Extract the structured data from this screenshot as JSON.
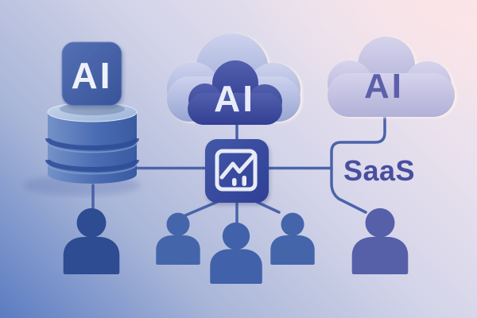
{
  "title": "AI cloud SaaS data-to-users concept illustration",
  "background": {
    "corner_bottom_left": "#5b7cc2",
    "corner_top_left": "#c9cdea",
    "corner_top_right": "#f9e7ec",
    "corner_bottom_right": "#dcd8ec"
  },
  "nodes": {
    "ai_chip": {
      "label": "AI",
      "label_color": "#eef1fa",
      "body_color": "#3f5da6",
      "icon": "ai-chip-icon"
    },
    "database": {
      "icon": "database-icon",
      "body_color": "#4a6cb2"
    },
    "cloud_primary": {
      "label": "AI",
      "label_color": "#e9ecf8",
      "cloud_color": "#3e4f9e",
      "back_cloud_color": "#aab4dc",
      "icon": "cloud-icon"
    },
    "cloud_secondary": {
      "label": "AI",
      "label_color": "#5d60a9",
      "cloud_color": "#c6c4e2",
      "icon": "cloud-icon"
    },
    "analytics": {
      "icon": "line-chart-icon",
      "body_color": "#3a4e9e",
      "glyph_color": "#e8ebf6"
    },
    "saas": {
      "label": "SaaS",
      "label_color": "#494f9f"
    },
    "users": [
      {
        "id": "user-left",
        "icon": "person-icon",
        "color": "#2e4c92"
      },
      {
        "id": "user-group-left",
        "icon": "person-icon",
        "color": "#4565ab"
      },
      {
        "id": "user-group-center",
        "icon": "person-icon",
        "color": "#4162aa"
      },
      {
        "id": "user-group-right",
        "icon": "person-icon",
        "color": "#4565ab"
      },
      {
        "id": "user-right",
        "icon": "person-icon",
        "color": "#5560a8"
      }
    ]
  },
  "connectors": {
    "color": "#4a63aa"
  }
}
